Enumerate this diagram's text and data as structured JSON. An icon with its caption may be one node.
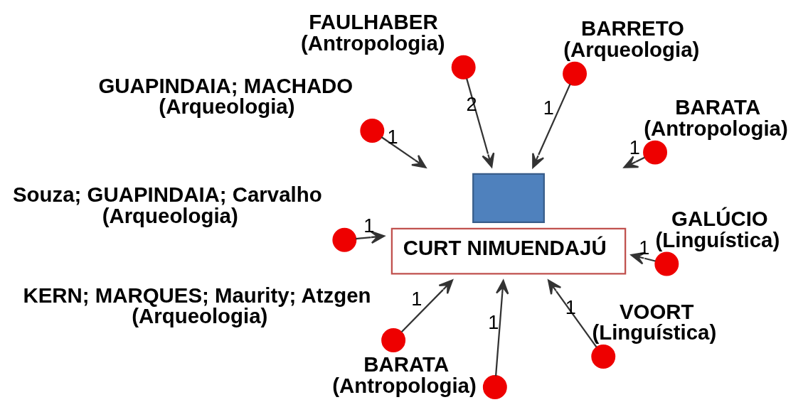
{
  "diagram": {
    "nodes": [
      {
        "text": [
          "CURT NIMUENDAJÚ"
        ]
      },
      {
        "text": [
          "BARATA",
          "(Antropologia)"
        ]
      },
      {
        "text": [
          "BARATA",
          "(Antropologia)"
        ]
      },
      {
        "text": [
          "GUAPINDAIA; MACHADO",
          "(Arqueologia)"
        ]
      },
      {
        "text": [
          "BARRETO",
          "(Arqueologia)"
        ]
      },
      {
        "text": [
          "FAULHABER",
          "(Antropologia)"
        ]
      },
      {
        "text": [
          "Souza; GUAPINDAIA; Carvalho",
          "(Arqueologia)"
        ]
      },
      {
        "text": [
          "GALÚCIO",
          "(Linguística)"
        ]
      },
      {
        "text": [
          "KERN; MARQUES; Maurity; Atzgen",
          "(Arqueologia)"
        ]
      },
      {
        "text": [
          "VOORT",
          "(Linguística)"
        ]
      }
    ],
    "edges": [
      {
        "from": 1,
        "to": 0,
        "arrow": "to",
        "label": "1"
      },
      {
        "from": 2,
        "to": 0,
        "arrow": "to",
        "label": "1"
      },
      {
        "from": 3,
        "to": 0,
        "arrow": "to",
        "label": "1"
      },
      {
        "from": 4,
        "to": 0,
        "arrow": "to",
        "label": "1"
      },
      {
        "from": 5,
        "to": 0,
        "arrow": "to",
        "label": "2"
      },
      {
        "from": 6,
        "to": 0,
        "arrow": "to",
        "label": "1"
      },
      {
        "from": 7,
        "to": 0,
        "arrow": "to",
        "label": "1"
      },
      {
        "from": 8,
        "to": 0,
        "arrow": "to",
        "label": "1"
      },
      {
        "from": 9,
        "to": 0,
        "arrow": "to",
        "label": "1"
      }
    ]
  }
}
